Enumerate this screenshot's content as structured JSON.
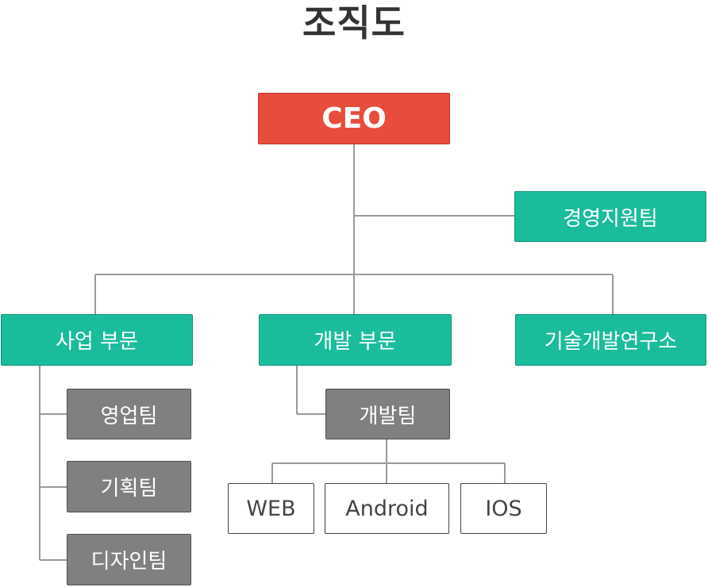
{
  "title": "조직도",
  "nodes": {
    "ceo": "CEO",
    "management_support": "경영지원팀",
    "business_division": "사업 부문",
    "development_division": "개발 부문",
    "research_lab": "기술개발연구소",
    "sales_team": "영업팀",
    "planning_team": "기획팀",
    "design_team": "디자인팀",
    "development_team": "개발팀",
    "web": "WEB",
    "android": "Android",
    "ios": "IOS"
  },
  "colors": {
    "ceo": "#e84c3d",
    "division": "#1abc9c",
    "team": "#808080",
    "leaf": "#ffffff",
    "connector": "#9a9a9a"
  }
}
